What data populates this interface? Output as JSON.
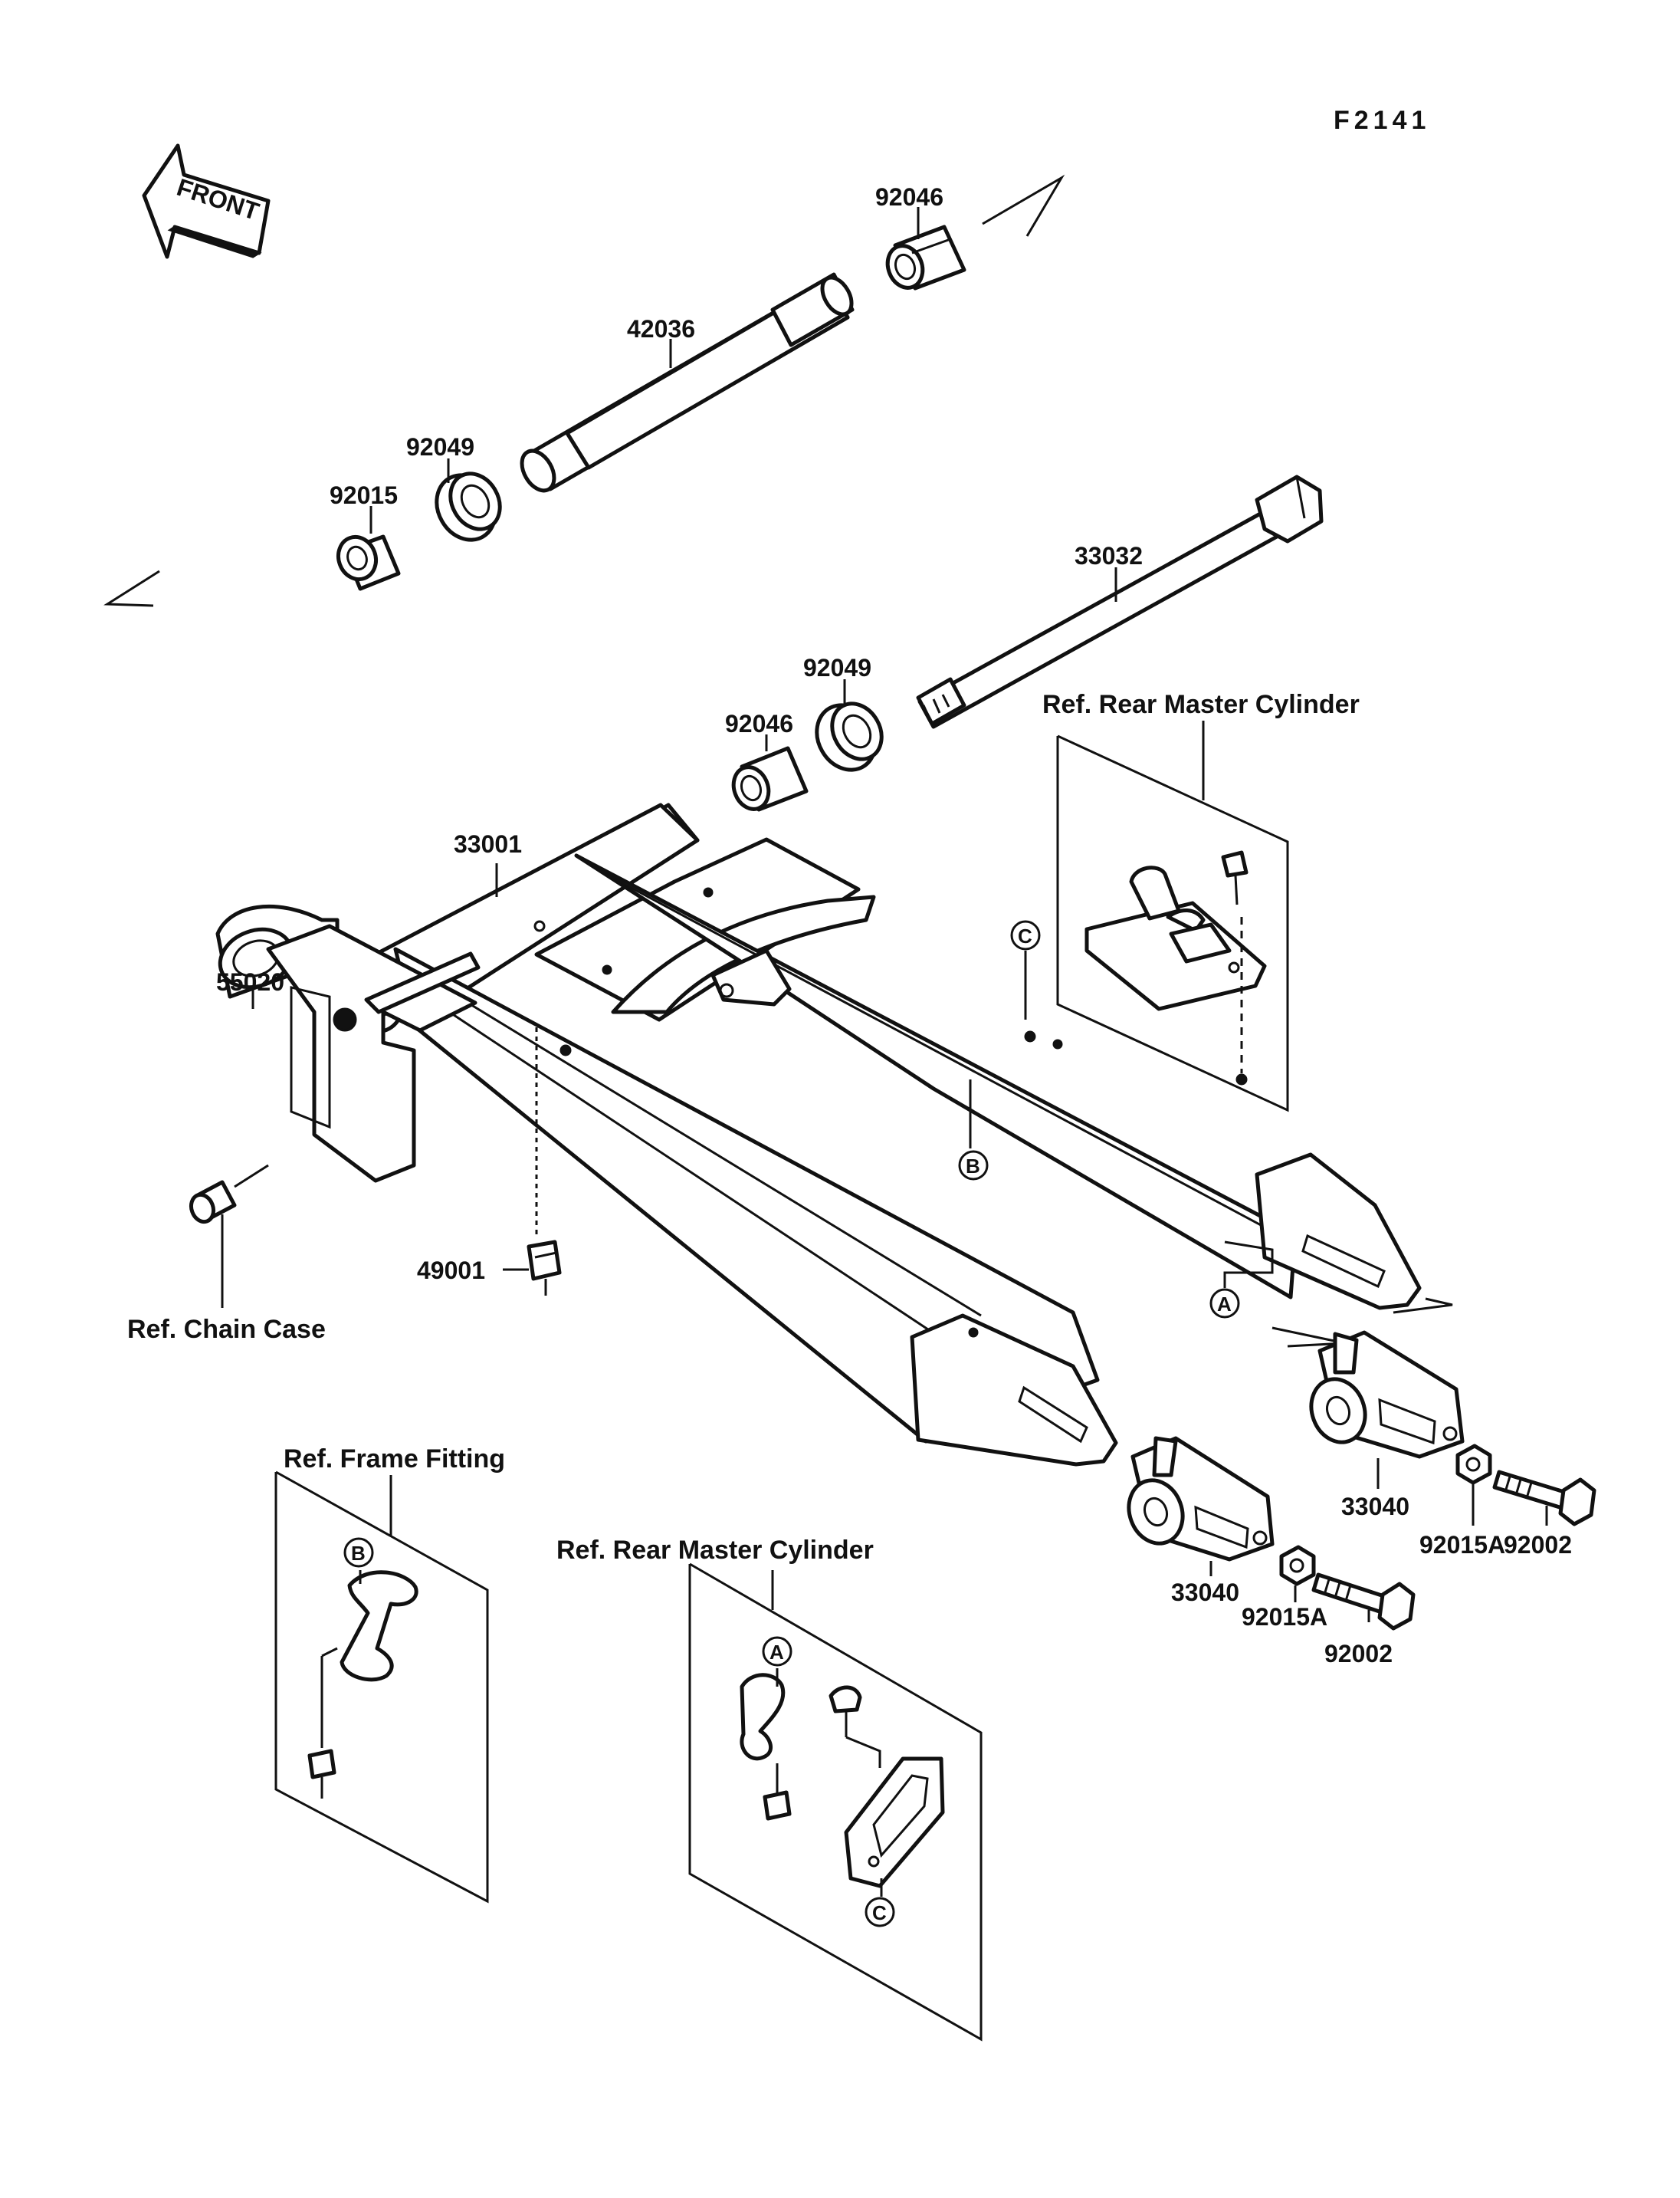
{
  "figure_code": "F2141",
  "direction_label": "FRONT",
  "part_numbers": {
    "bearing_top": "92046",
    "sleeve": "42036",
    "seal_left": "92049",
    "collar_left": "92015",
    "pivot_shaft": "33032",
    "seal_right": "92049",
    "bearing_right": "92046",
    "swingarm": "33001",
    "chain_guide": "55020",
    "grease_nipple": "49001",
    "adjuster_right": "33040",
    "nut_right": "92015A",
    "bolt_right": "92002",
    "adjuster_left": "33040",
    "nut_left": "92015A",
    "bolt_left": "92002"
  },
  "references": {
    "rear_master_cylinder_top": "Ref. Rear Master Cylinder",
    "chain_case": "Ref. Chain Case",
    "frame_fitting": "Ref. Frame Fitting",
    "rear_master_cylinder_bottom": "Ref. Rear Master Cylinder"
  },
  "markers": {
    "c_swingarm": "C",
    "b_swingarm": "B",
    "a_swingarm": "A",
    "b_frame": "B",
    "a_master": "A",
    "c_master": "C"
  }
}
